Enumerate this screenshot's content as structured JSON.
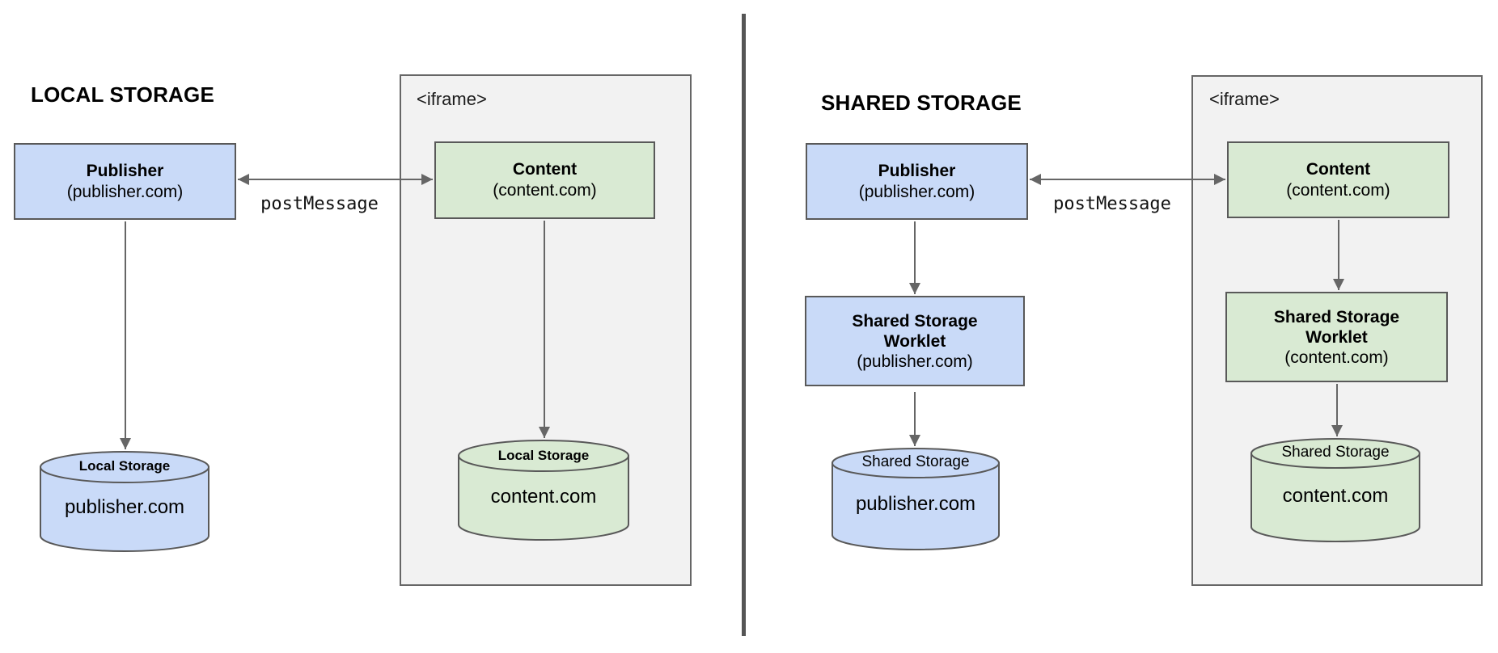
{
  "colors": {
    "publisher_fill": "#c9daf8",
    "content_fill": "#d9ead3",
    "iframe_fill": "#f2f2f2",
    "box_border": "#595959",
    "iframe_border": "#666666",
    "arrow": "#666666",
    "divider": "#555555",
    "text": "#000000"
  },
  "left": {
    "title": "LOCAL STORAGE",
    "publisher": {
      "name": "Publisher",
      "origin": "(publisher.com)"
    },
    "post_message": "postMessage",
    "iframe_label": "<iframe>",
    "content": {
      "name": "Content",
      "origin": "(content.com)"
    },
    "publisher_storage": {
      "label": "Local Storage",
      "origin": "publisher.com"
    },
    "content_storage": {
      "label": "Local Storage",
      "origin": "content.com"
    }
  },
  "right": {
    "title": "SHARED STORAGE",
    "publisher": {
      "name": "Publisher",
      "origin": "(publisher.com)"
    },
    "post_message": "postMessage",
    "iframe_label": "<iframe>",
    "content": {
      "name": "Content",
      "origin": "(content.com)"
    },
    "publisher_worklet": {
      "line1": "Shared Storage",
      "line2": "Worklet",
      "origin": "(publisher.com)"
    },
    "content_worklet": {
      "line1": "Shared Storage",
      "line2": "Worklet",
      "origin": "(content.com)"
    },
    "publisher_storage": {
      "label": "Shared Storage",
      "origin": "publisher.com"
    },
    "content_storage": {
      "label": "Shared Storage",
      "origin": "content.com"
    }
  }
}
